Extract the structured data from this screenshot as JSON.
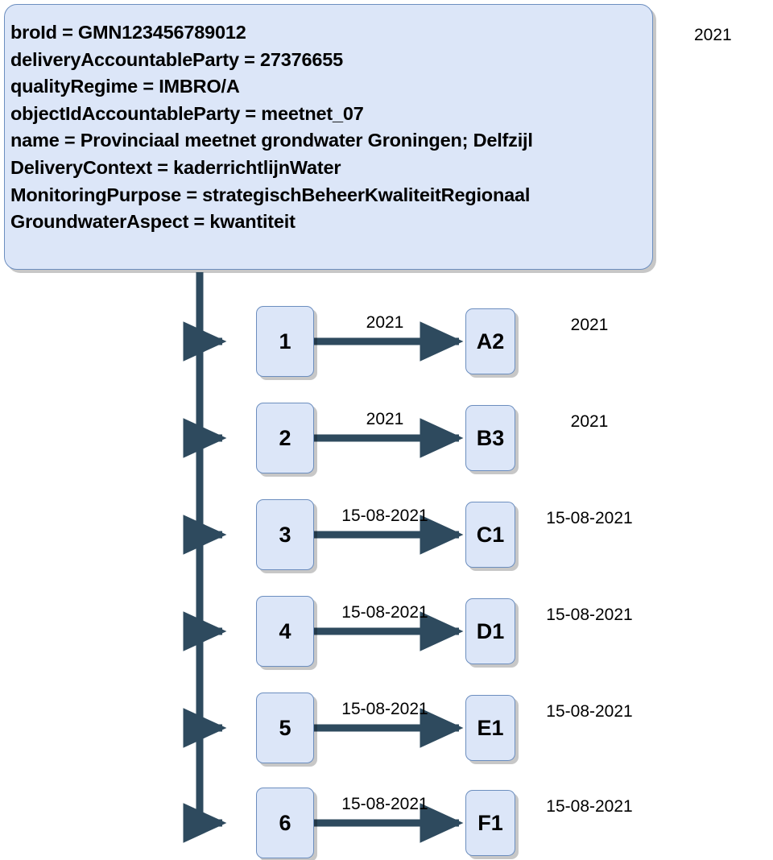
{
  "diagram": {
    "title_label": "2021",
    "colors": {
      "box_fill": "#DCE6F8",
      "box_border": "#6C8EBF",
      "connector": "#2E4A5E",
      "text": "#000000",
      "background": "#FFFFFF",
      "shadow": "#B8B8B8"
    },
    "info_box": {
      "lines": [
        "broId = GMN123456789012",
        "deliveryAccountableParty = 27376655",
        "qualityRegime = IMBRO/A",
        "objectIdAccountableParty = meetnet_07",
        "name = Provinciaal meetnet grondwater Groningen; Delfzijl",
        "DeliveryContext = kaderrichtlijnWater",
        "MonitoringPurpose = strategischBeheerKwaliteitRegionaal",
        "GroundwaterAspect = kwantiteit"
      ]
    },
    "rows": [
      {
        "left_node": "1",
        "right_node": "A2",
        "edge_label": "2021",
        "side_label": "2021"
      },
      {
        "left_node": "2",
        "right_node": "B3",
        "edge_label": "2021",
        "side_label": "2021"
      },
      {
        "left_node": "3",
        "right_node": "C1",
        "edge_label": "15-08-2021",
        "side_label": "15-08-2021"
      },
      {
        "left_node": "4",
        "right_node": "D1",
        "edge_label": "15-08-2021",
        "side_label": "15-08-2021"
      },
      {
        "left_node": "5",
        "right_node": "E1",
        "edge_label": "15-08-2021",
        "side_label": "15-08-2021"
      },
      {
        "left_node": "6",
        "right_node": "F1",
        "edge_label": "15-08-2021",
        "side_label": "15-08-2021"
      }
    ]
  }
}
